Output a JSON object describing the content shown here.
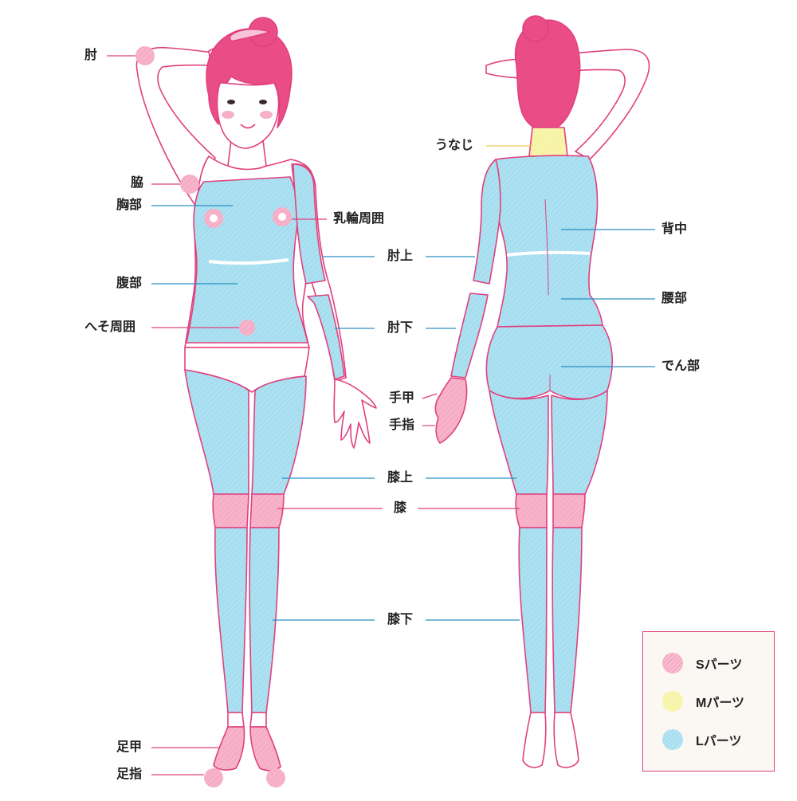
{
  "colors": {
    "s_part": "#f6adc6",
    "m_part": "#f7f3a4",
    "l_part": "#a6def0",
    "outline": "#e0407e",
    "hair": "#ea4d86",
    "skin": "#ffffff",
    "leader_blue": "#2a8fbf",
    "leader_pink": "#e0407e",
    "leader_yellow": "#e8c94b"
  },
  "labels": {
    "hiji": "肘",
    "waki": "脇",
    "kyoubu": "胸部",
    "nyuurin": "乳輪周囲",
    "hukubu": "腹部",
    "heso": "へそ周囲",
    "hiji_ue": "肘上",
    "hiji_shita": "肘下",
    "te_kou": "手甲",
    "te_yubi": "手指",
    "hiza_ue": "膝上",
    "hiza": "膝",
    "hiza_shita": "膝下",
    "ashi_kou": "足甲",
    "ashi_yubi": "足指",
    "unaji": "うなじ",
    "senaka": "背中",
    "youbu": "腰部",
    "denbu": "でん部"
  },
  "legend": {
    "items": [
      {
        "label": "Sパーツ",
        "color": "#f6adc6"
      },
      {
        "label": "Mパーツ",
        "color": "#f7f3a4"
      },
      {
        "label": "Lパーツ",
        "color": "#a6def0"
      }
    ]
  }
}
